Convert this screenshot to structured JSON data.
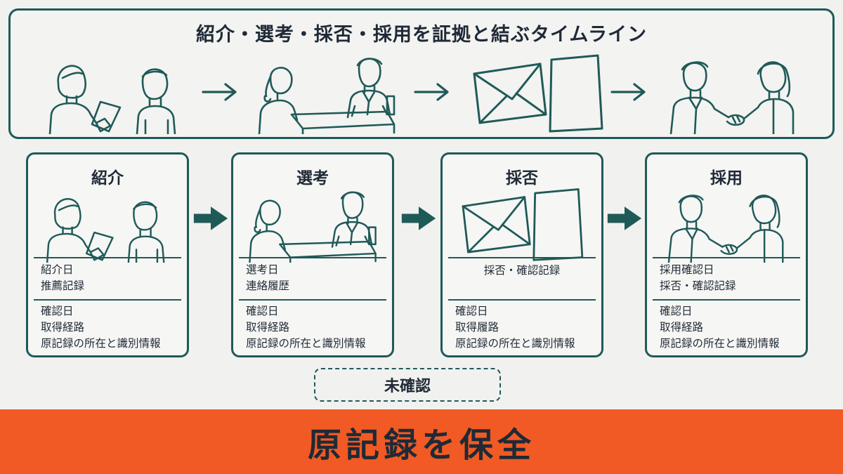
{
  "header": {
    "title": "紹介・選考・採否・採用を証拠と結ぶタイムライン"
  },
  "scenes": [
    {
      "icon": "referral-handover-icon"
    },
    {
      "icon": "interview-desk-icon"
    },
    {
      "icon": "envelope-document-icon"
    },
    {
      "icon": "handshake-icon"
    }
  ],
  "cards": [
    {
      "title": "紹介",
      "icon": "referral-handover-icon",
      "records": [
        "紹介日",
        "推薦記録"
      ],
      "evidence": [
        "確認日",
        "取得経路",
        "原記録の所在と識別情報"
      ]
    },
    {
      "title": "選考",
      "icon": "interview-desk-icon",
      "records": [
        "選考日",
        "連絡履歴"
      ],
      "evidence": [
        "確認日",
        "取得経路",
        "原記録の所在と識別情報"
      ]
    },
    {
      "title": "採否",
      "icon": "envelope-document-icon",
      "records": [
        "採否・確認記録"
      ],
      "evidence": [
        "確認日",
        "取得履路",
        "原記録の所在と識別情報"
      ]
    },
    {
      "title": "採用",
      "icon": "handshake-icon",
      "records": [
        "採用確認日",
        "採否・確認記録"
      ],
      "evidence": [
        "確認日",
        "取得経路",
        "原記録の所在と識別情報"
      ]
    }
  ],
  "unconfirmed": {
    "label": "未確認"
  },
  "footer": {
    "label": "原記録を保全"
  },
  "colors": {
    "accent": "#1f5a58",
    "ink": "#1f2a36",
    "background": "#f1f1ef",
    "banner": "#f15a24"
  }
}
